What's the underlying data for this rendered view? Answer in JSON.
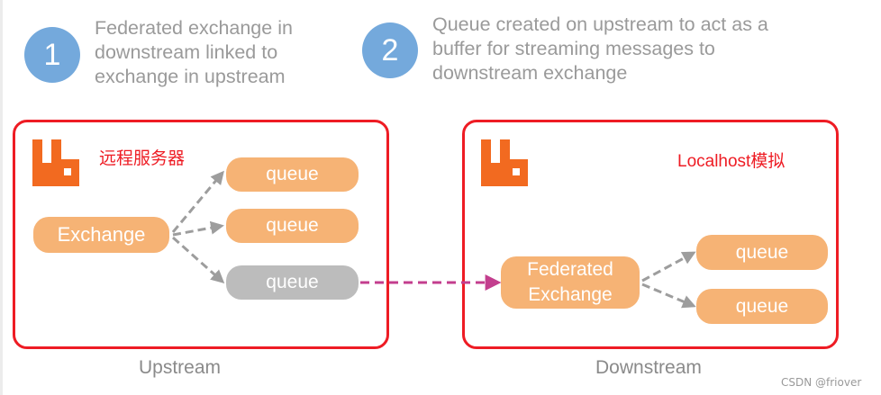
{
  "steps": [
    {
      "number": "1",
      "text": "Federated exchange in\ndownstream linked to\nexchange in upstream"
    },
    {
      "number": "2",
      "text": "Queue created on upstream to act as a\nbuffer for streaming messages to\ndownstream exchange"
    }
  ],
  "upstream": {
    "server_label": "远程服务器",
    "exchange_label": "Exchange",
    "queues": [
      "queue",
      "queue",
      "queue"
    ],
    "region_label": "Upstream"
  },
  "downstream": {
    "server_label": "Localhost模拟",
    "exchange_label": "Federated\nExchange",
    "queues": [
      "queue",
      "queue"
    ],
    "region_label": "Downstream"
  },
  "watermark": "CSDN @friover",
  "colors": {
    "frame": "#ee1c24",
    "node": "#f6b375",
    "buffer_queue": "#bcbcbc",
    "step_circle": "#74a9dc",
    "link_arrow": "#c33e8e",
    "arrow": "#9d9d9d",
    "logo": "#f26a20"
  }
}
